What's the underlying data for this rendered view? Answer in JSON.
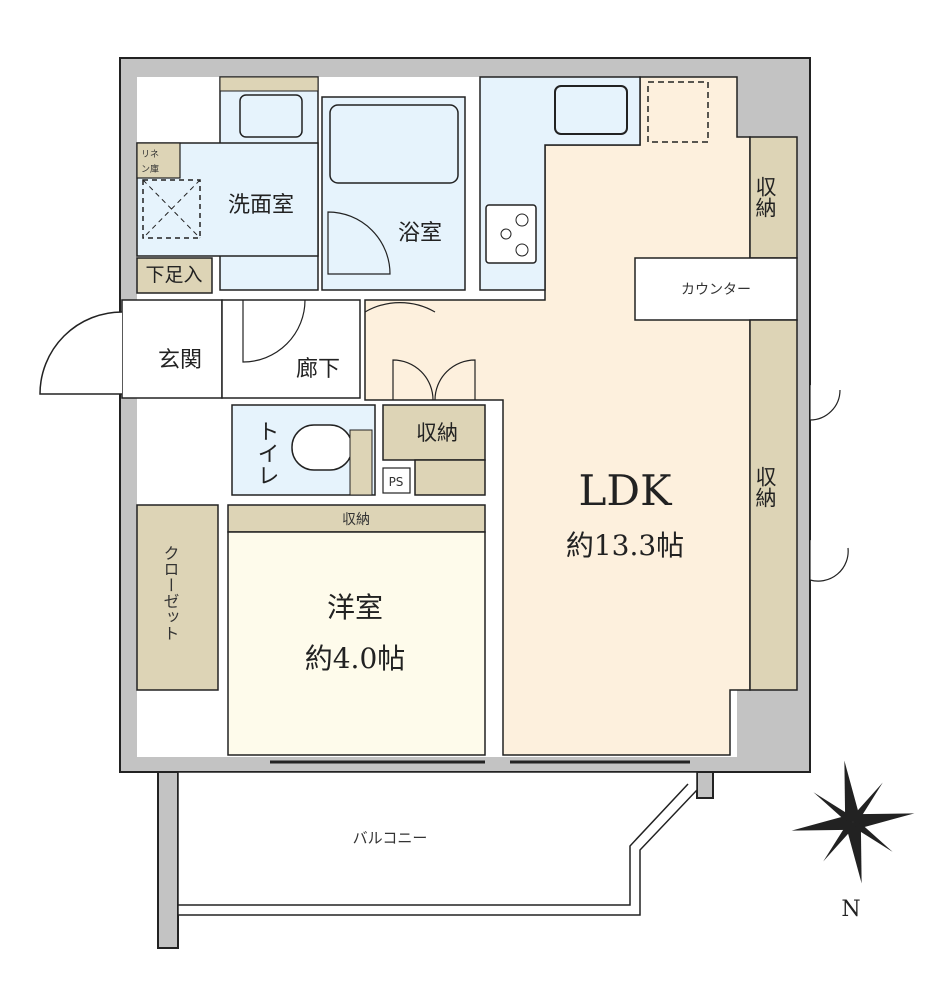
{
  "rooms": {
    "washroom": "洗面室",
    "linen_line1": "リネ",
    "linen_line2": "ン庫",
    "shoe_storage": "下足入",
    "bath": "浴室",
    "entrance": "玄関",
    "hallway": "廊下",
    "toilet": "トイレ",
    "storage_center": "収納",
    "ps": "PS",
    "closet": "クローゼット",
    "storage_strip": "収納",
    "western_room": "洋室",
    "western_room_size": "約4.0帖",
    "ldk": "LDK",
    "ldk_size": "約13.3帖",
    "storage_right_top": "収納",
    "storage_right_bottom": "収納",
    "counter": "カウンター",
    "balcony": "バルコニー"
  },
  "compass": {
    "label": "N"
  },
  "colors": {
    "wall": "#c3c3c3",
    "wet_area": "#e6f3fc",
    "ldk": "#fdf0dd",
    "storage": "#ddd4b6",
    "western_room": "#fefbeb"
  }
}
